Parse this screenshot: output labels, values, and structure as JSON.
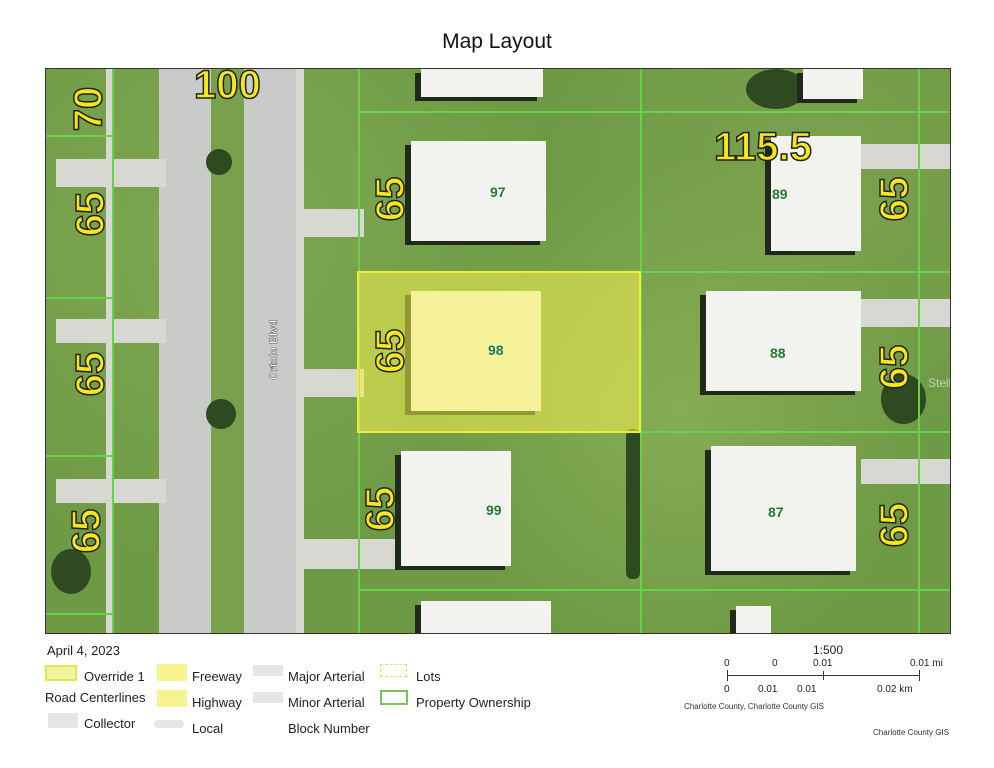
{
  "title": "Map Layout",
  "map": {
    "road_name": "Ortolo Blvd",
    "block_labels": {
      "top_road": "100",
      "top_left": "70",
      "top_right": "115.5",
      "side": "65"
    },
    "parcels": [
      {
        "number": "97"
      },
      {
        "number": "89"
      },
      {
        "number": "98",
        "selected": true
      },
      {
        "number": "88"
      },
      {
        "number": "99"
      },
      {
        "number": "87"
      }
    ],
    "watermark": "StellarMLS",
    "highlight_color": "#f5f050",
    "parcel_line_color": "#66d24a"
  },
  "legend": {
    "date": "April 4, 2023",
    "items": [
      {
        "label": "Override 1",
        "swatch": "override"
      },
      {
        "label": "Road Centerlines",
        "swatch": "none"
      },
      {
        "label": "Collector",
        "swatch": "gray"
      },
      {
        "label": "Freeway",
        "swatch": "yellow"
      },
      {
        "label": "Highway",
        "swatch": "yellow"
      },
      {
        "label": "Local",
        "swatch": "gray"
      },
      {
        "label": "Major Arterial",
        "swatch": "gray"
      },
      {
        "label": "Minor Arterial",
        "swatch": "gray"
      },
      {
        "label": "Block Number",
        "swatch": "none"
      },
      {
        "label": "Lots",
        "swatch": "dashed-yellow"
      },
      {
        "label": "Property Ownership",
        "swatch": "green-outline"
      }
    ]
  },
  "scale": {
    "ratio": "1:500",
    "mi_labels": [
      "0",
      "0",
      "0.01",
      "0.01 mi"
    ],
    "km_labels": [
      "0",
      "0.01",
      "0.01",
      "0.02 km"
    ],
    "credit": "Charlotte County, Charlotte County GIS",
    "footer_credit": "Charlotte County GIS"
  }
}
